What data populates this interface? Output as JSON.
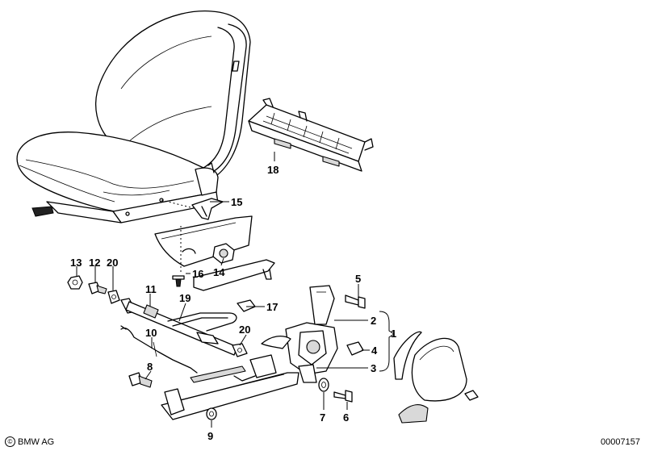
{
  "diagram": {
    "callouts": [
      "1",
      "2",
      "3",
      "4",
      "5",
      "6",
      "7",
      "8",
      "9",
      "10",
      "11",
      "12",
      "13",
      "14",
      "15",
      "16",
      "17",
      "18",
      "19",
      "20",
      "20"
    ]
  },
  "footer": {
    "copyright_symbol": "©",
    "brand": "BMW AG",
    "document_number": "00007157"
  }
}
